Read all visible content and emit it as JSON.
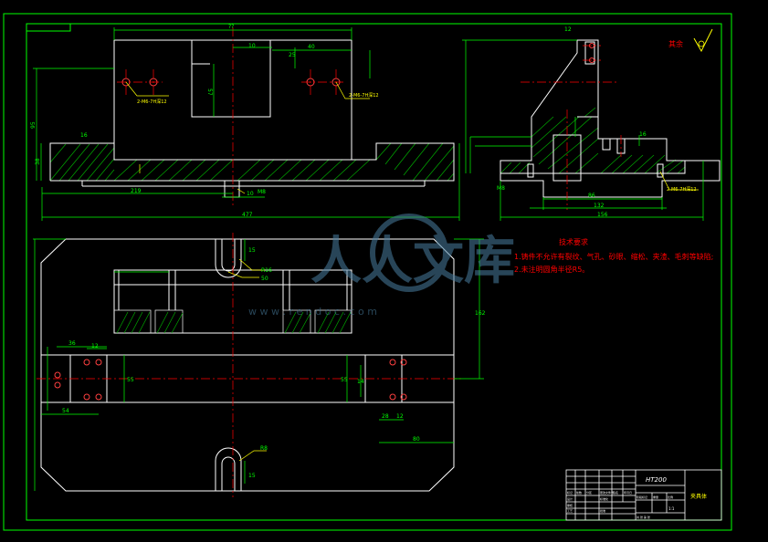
{
  "colors": {
    "background": "#000000",
    "outline": "#ffffff",
    "frame": "#00ff00",
    "dimension": "#00ff00",
    "centerline": "#ff0000",
    "hatch": "#00aa00",
    "notes": "#ff0000",
    "annotation": "#ffff00",
    "watermark": "#4a7fa0"
  },
  "dims": {
    "top_width": "??",
    "top_10": "10",
    "top_sub": "40",
    "top_25": "25",
    "height_57": "57",
    "left_h95": "95",
    "left_h38": "38",
    "flange_16": "16",
    "bottom_219": "219",
    "bottom_10": "10",
    "bottom_m8": "M8",
    "total_477": "477",
    "hole_note_left": "2-M6-7H深12",
    "hole_note_right": "2-M6-7H深12",
    "side_12": "12",
    "side_16": "16",
    "side_86": "86",
    "side_132": "132",
    "side_156": "156",
    "side_m8": "M8",
    "side_hole_note": "2-M6-7H深12",
    "plan_15": "15",
    "plan_r16": "R16",
    "plan_50": "50",
    "plan_36": "36",
    "plan_12": "12",
    "plan_55": "55",
    "plan_54": "54",
    "plan_55b": "55",
    "plan_14": "14",
    "plan_28": "28",
    "plan_12b": "12",
    "plan_80": "80",
    "plan_162": "162",
    "plan_r8": "R8",
    "plan_15b": "15"
  },
  "roughness": {
    "label": "其余"
  },
  "notes": {
    "title": "技术要求",
    "lines": [
      "1.铸件不允许有裂纹、气孔、砂眼、缩松、夹渣、毛刺等缺陷;",
      "2.未注明圆角半径R5。"
    ]
  },
  "title_block": {
    "material": "HT200",
    "part_name": "夹具体",
    "ratio": "1:1",
    "labels": [
      "标记",
      "处数",
      "分区",
      "更改文件号",
      "签名",
      "年月日",
      "设计",
      "标准化",
      "阶段标记",
      "重量",
      "比例",
      "审核",
      "工艺",
      "批准",
      "共 张 第 张"
    ]
  },
  "watermark": {
    "chars": "人人文库",
    "url": "w w w . r e n d o c . c o m"
  }
}
